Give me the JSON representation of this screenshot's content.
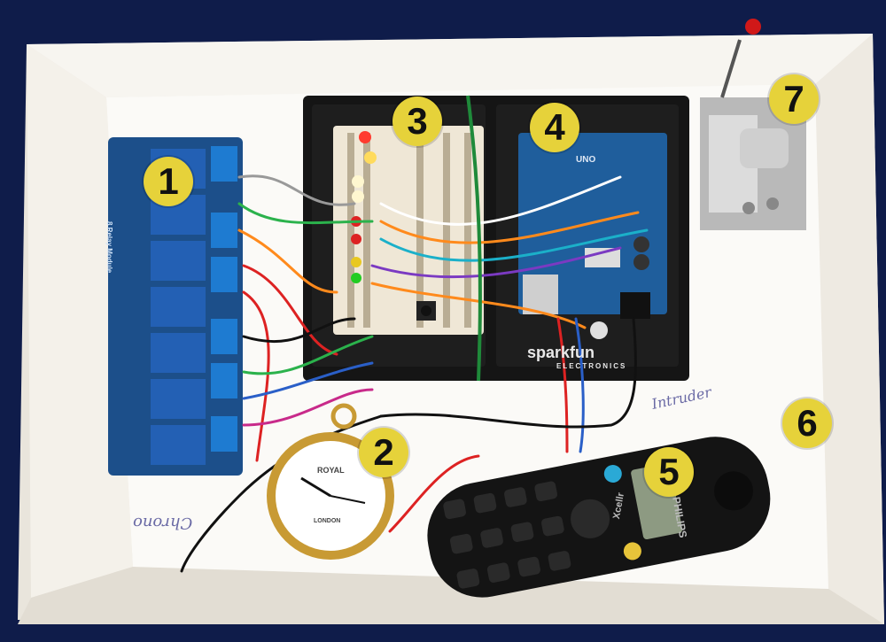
{
  "labels": [
    "1",
    "2",
    "3",
    "4",
    "5",
    "6",
    "7"
  ],
  "brand": {
    "sparkfun": "sparkfun",
    "electronics": "ELECTRONICS"
  },
  "phone": {
    "brand": "PHILIPS",
    "model": "Xcellr"
  },
  "watch": {
    "brand": "ROYAL",
    "city": "LONDON"
  },
  "board": {
    "name": "UNO",
    "relay_text": "8 Relay Module"
  },
  "handwriting": {
    "note1": "Intruder",
    "note2": "Chrono"
  },
  "colors": {
    "badge": "#e6d23a",
    "box": "#f3f0ea",
    "relay_board": "#1c4f8a",
    "arduino": "#1f5e9c",
    "breadboard": "#efe7d6"
  }
}
